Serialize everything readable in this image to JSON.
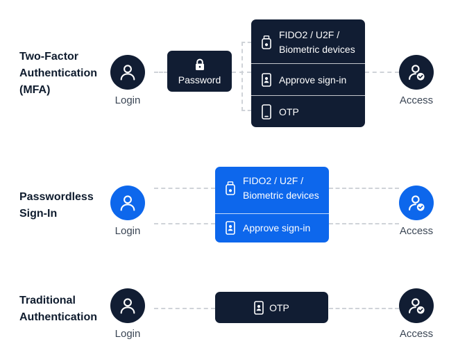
{
  "rows": [
    {
      "title_lines": [
        "Two-Factor",
        "Authentication",
        "(MFA)"
      ]
    },
    {
      "title_lines": [
        "Passwordless",
        "Sign-In"
      ]
    },
    {
      "title_lines": [
        "Traditional",
        "Authentication"
      ]
    }
  ],
  "login_label": "Login",
  "access_label": "Access",
  "password_label": "Password",
  "options": {
    "fido_line1": "FIDO2 / U2F /",
    "fido_line2": "Biometric devices",
    "approve": "Approve sign-in",
    "otp": "OTP"
  },
  "colors": {
    "dark": "#111d33",
    "blue": "#0d67ec",
    "dash": "#cfd3d8"
  }
}
